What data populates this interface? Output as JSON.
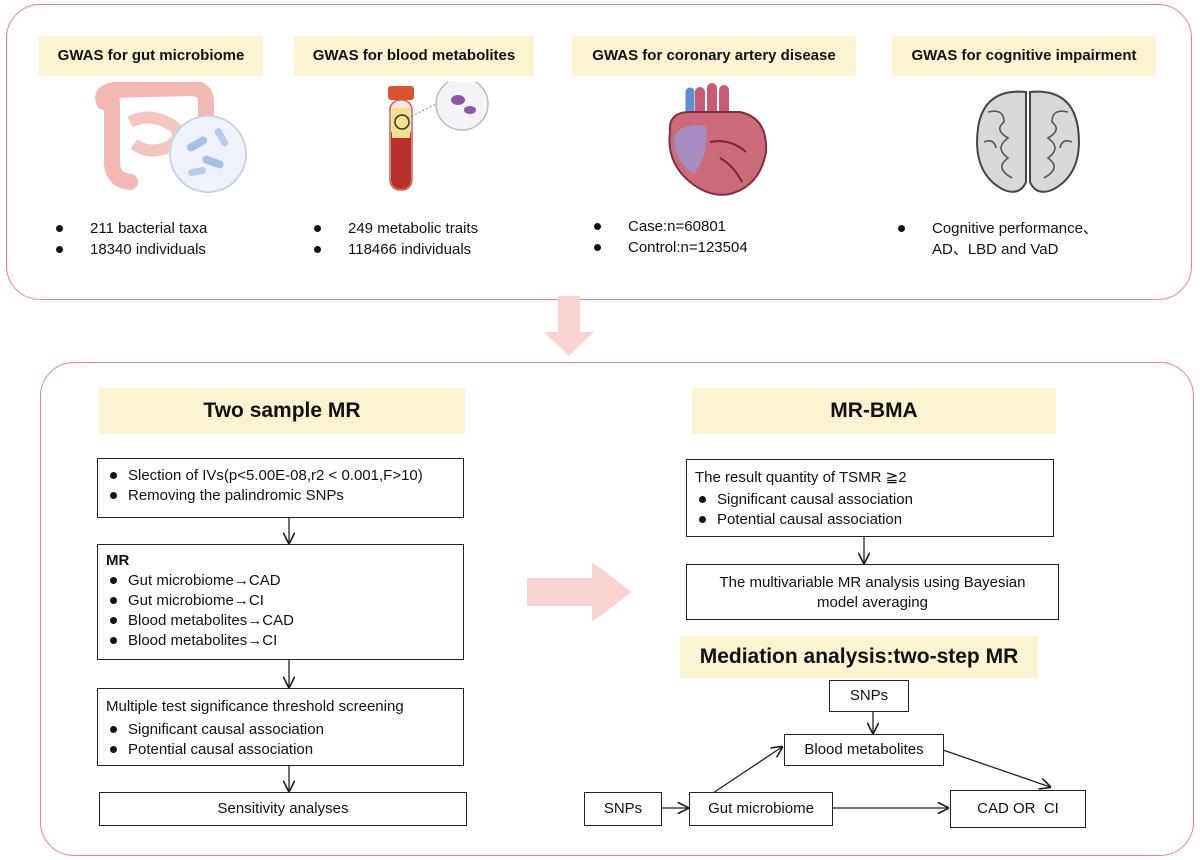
{
  "top": {
    "columns": [
      {
        "title": "GWAS for gut microbiome",
        "items": [
          "211 bacterial taxa",
          "18340 individuals"
        ],
        "icon": "gut-microbiome-icon"
      },
      {
        "title": "GWAS for blood metabolites",
        "items": [
          "249 metabolic traits",
          "118466 individuals"
        ],
        "icon": "blood-tube-icon"
      },
      {
        "title": "GWAS for coronary artery disease",
        "items": [
          "Case:n=60801",
          "Control:n=123504"
        ],
        "icon": "heart-icon"
      },
      {
        "title": "GWAS for cognitive impairment",
        "items": [
          "Cognitive performance、AD、LBD and VaD"
        ],
        "icon": "brain-icon"
      }
    ]
  },
  "left": {
    "title": "Two sample MR",
    "box1": {
      "items": [
        "Slection of IVs(p<5.00E-08,r2 < 0.001,F>10)",
        "Removing the palindromic SNPs"
      ]
    },
    "box2": {
      "title": "MR",
      "items": [
        "Gut microbiome→CAD",
        "Gut microbiome→CI",
        "Blood metabolites→CAD",
        "Blood metabolites→CI"
      ]
    },
    "box3": {
      "title": "Multiple test significance threshold screening",
      "items": [
        "Significant causal association",
        "Potential causal association"
      ]
    },
    "box4": {
      "title": "Sensitivity analyses"
    }
  },
  "right": {
    "title": "MR-BMA",
    "box1": {
      "title": "The result quantity of TSMR ≧2",
      "items": [
        "Significant causal association",
        "Potential causal association"
      ]
    },
    "box2": {
      "title": "The multivariable MR analysis using Bayesian model averaging"
    },
    "mediation_title": "Mediation analysis:two-step MR",
    "nodes": {
      "snps_top": "SNPs",
      "blood_metabolites": "Blood metabolites",
      "snps_left": "SNPs",
      "gut_microbiome": "Gut microbiome",
      "outcome": "CAD OR  CI"
    }
  },
  "colors": {
    "panel_border": "#e9858a",
    "header_fill": "#fbf3d1",
    "arrow_fill": "#fad3d0"
  }
}
